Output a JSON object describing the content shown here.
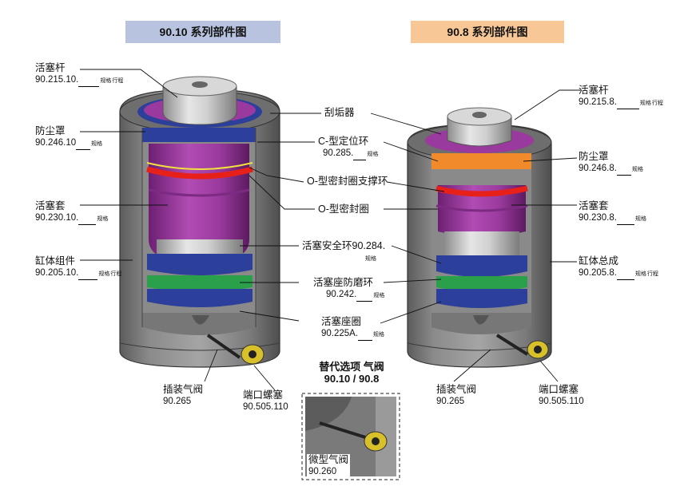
{
  "headers": {
    "left": "90.10 系列部件图",
    "right": "90.8 系列部件图"
  },
  "left_labels": {
    "rod": {
      "title": "活塞杆",
      "code": "90.215.10.",
      "size": "规格",
      "stroke": "行程"
    },
    "wiper": {
      "title": "防尘罩",
      "code": "90.246.10",
      "size": "规格"
    },
    "sleeve": {
      "title": "活塞套",
      "code": "90.230.10.",
      "size": "规格"
    },
    "body": {
      "title": "缸体组件",
      "code": "90.205.10.",
      "size": "规格",
      "stroke": "行程"
    },
    "valve": {
      "title": "插装气阀",
      "code": "90.265"
    },
    "plug": {
      "title": "端口螺塞",
      "code": "90.505.110"
    }
  },
  "center_labels": {
    "scraper": {
      "title": "刮垢器"
    },
    "cring": {
      "title": "C-型定位环",
      "code": "90.285.",
      "size": "规格"
    },
    "backup": {
      "title": "O-型密封圈支撑环"
    },
    "oring": {
      "title": "O-型密封圈"
    },
    "safety": {
      "title": "活塞安全环90.284.",
      "size": "规格"
    },
    "wear": {
      "title": "活塞座防磨环",
      "code": "90.242.",
      "size": "规格"
    },
    "seat": {
      "title": "活塞座圈",
      "code": "90.225A.",
      "size": "规格"
    }
  },
  "right_labels": {
    "rod": {
      "title": "活塞杆",
      "code": "90.215.8.",
      "size": "规格",
      "stroke": "行程"
    },
    "wiper": {
      "title": "防尘罩",
      "code": "90.246.8.",
      "size": "规格"
    },
    "sleeve": {
      "title": "活塞套",
      "code": "90.230.8.",
      "size": "规格"
    },
    "body": {
      "title": "缸体总成",
      "code": "90.205.8.",
      "size": "规格",
      "stroke": "行程"
    },
    "valve": {
      "title": "插装气阀",
      "code": "90.265"
    },
    "plug": {
      "title": "端口螺塞",
      "code": "90.505.110"
    }
  },
  "option": {
    "title": "替代选项 气阀",
    "models": "90.10 / 90.8",
    "micro_valve": {
      "title": "微型气阀",
      "code": "90.260"
    }
  },
  "colors": {
    "header_left": "#b8c4df",
    "header_right": "#f7c896",
    "steel_dark": "#5a5a5a",
    "steel_light": "#bdbdbd",
    "purple": "#9a3a9e",
    "blue": "#2c3f9a",
    "red": "#e8201a",
    "yellow": "#f0e040",
    "green": "#2aa04a",
    "orange": "#f08a2a",
    "plug_yellow": "#d8c02a"
  }
}
